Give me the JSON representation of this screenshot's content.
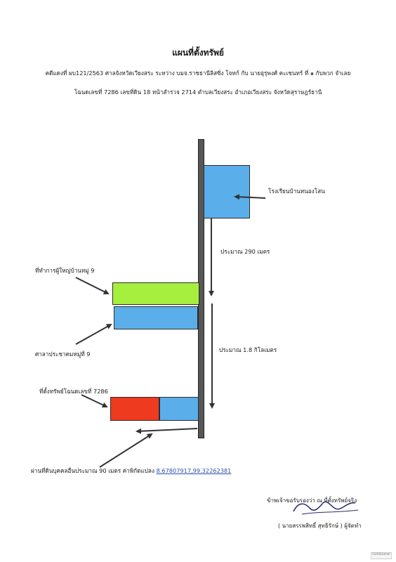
{
  "header": {
    "title": "แผนที่ตั้งทรัพย์",
    "case_line": "คดีแดงที่ ผบ121/2563 ศาลจังหวัดเวียงสระ ระหว่าง บมจ.ราชธานีลิสซิ่ง โจทก์ กับ นายอุรุพงศ์ คะเชนทร์ ที่ ๑ กับพวก จำเลย",
    "deed_line": "โฉนดเลขที่ 7286 เลขที่ดิน 18 หน้าสำรวจ 2714 ตำบลเวียงสระ  อำเภอเวียงสระ จังหวัดสุราษฎร์ธานี"
  },
  "map": {
    "school_label": "โรงเรียนบ้านหนองโสน",
    "distance_290": "ประมาณ 290 เมตร",
    "village_office_label": "ที่ทำการผู้ใหญ่บ้านหมู่ 9",
    "pavilion_label": "ศาลาประชาคมหมู่ที่ 9",
    "distance_1_8": "ประมาณ 1.8 กิโลเมตร",
    "property_label": "ที่ตั้งทรัพย์โฉนดเลขที่ 7286",
    "access_label": "ผ่านที่ดินบุคคลอื่นประมาณ 90 เมตร  ค่าพิกัดแปลง",
    "coordinates": "8.67807917,99.32262381",
    "colors": {
      "school": "#5aaeea",
      "village_office": "#a6ef3e",
      "pavilion": "#5aaeea",
      "property": "#ee3a1f",
      "neighbor": "#5aaeea",
      "road": "#575757"
    }
  },
  "certification": {
    "statement": "ข้าพเจ้าขอรับรองว่า ณ ที่ตั้งทรัพย์จริง",
    "signer": "( นายสรรพสิทธิ์  สุทธิรักษ์ ) ผู้จัดทำ"
  },
  "scanner_badge": "CamScanner"
}
